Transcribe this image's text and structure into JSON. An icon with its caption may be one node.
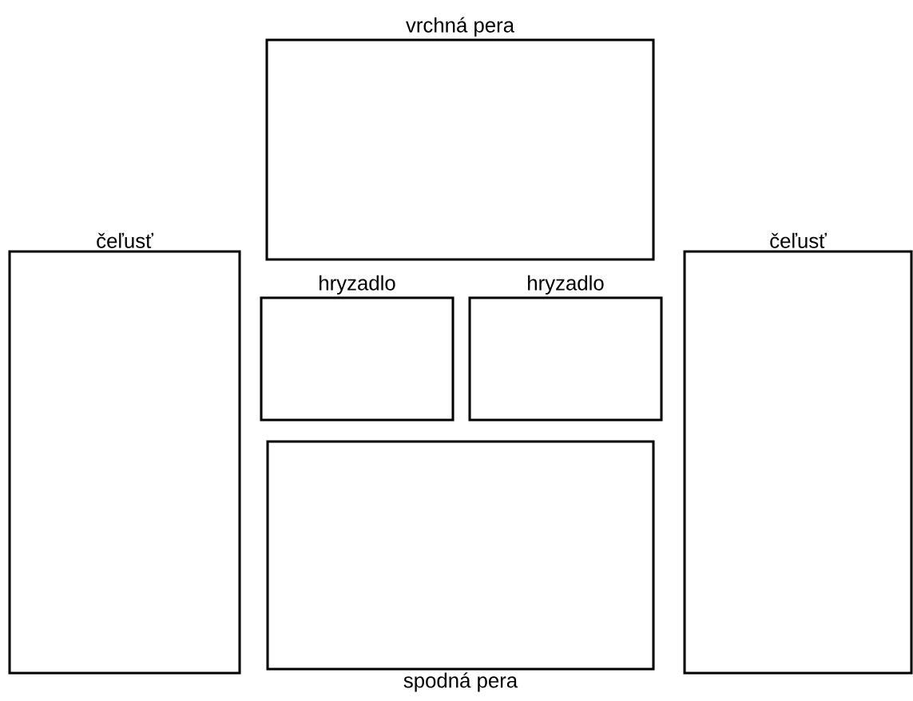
{
  "diagram": {
    "nodes": [
      {
        "text": [
          "vrchná pera"
        ]
      },
      {
        "text": [
          "čeľusť"
        ]
      },
      {
        "text": [
          "čeľusť"
        ]
      },
      {
        "text": [
          "hryzadlo"
        ]
      },
      {
        "text": [
          "hryzadlo"
        ]
      },
      {
        "text": [
          "spodná pera"
        ]
      }
    ]
  }
}
